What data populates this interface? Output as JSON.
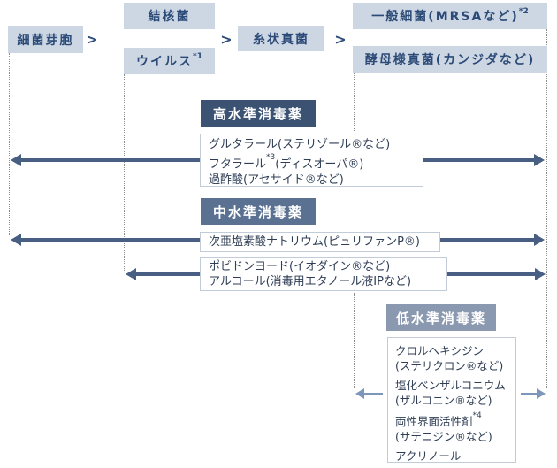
{
  "top": {
    "sep": ">",
    "boxes": [
      {
        "label": "細菌芽胞",
        "sup": ""
      },
      {
        "label": "結核菌",
        "sup": ""
      },
      {
        "label": "ウイルス",
        "sup": "*1"
      },
      {
        "label": "糸状真菌",
        "sup": ""
      },
      {
        "label": "一般細菌(MRSAなど)",
        "sup": "*2"
      },
      {
        "label": "酵母様真菌(カンジダなど)",
        "sup": ""
      }
    ]
  },
  "sections": {
    "high": {
      "title": "高水準消毒薬"
    },
    "mid": {
      "title": "中水準消毒薬"
    },
    "low": {
      "title": "低水準消毒薬"
    }
  },
  "drugs": {
    "high_box": {
      "lines": [
        {
          "pre": "グルタラール(ステリゾール®など)",
          "sup": "",
          "post": ""
        },
        {
          "pre": "フタラール",
          "sup": "*3",
          "post": "(ディスオーパ®)"
        },
        {
          "pre": "過酢酸(アセサイド®など)",
          "sup": "",
          "post": ""
        }
      ]
    },
    "hypochlorite_box": {
      "lines": [
        {
          "pre": "次亜塩素酸ナトリウム(ピュリファンP®)",
          "sup": "",
          "post": ""
        }
      ]
    },
    "iodine_alcohol_box": {
      "lines": [
        {
          "pre": "ポビドンヨード(イオダイン®など)",
          "sup": "",
          "post": ""
        },
        {
          "pre": "アルコール(消毒用エタノール液IPなど)",
          "sup": "",
          "post": ""
        }
      ]
    },
    "low_box": {
      "entries": [
        {
          "l1pre": "クロルヘキシジン",
          "l1sup": "",
          "l2": "(ステリクロン®など)"
        },
        {
          "l1pre": "塩化ベンザルコニウム",
          "l1sup": "",
          "l2": "(ザルコニン®など)"
        },
        {
          "l1pre": "両性界面活性剤",
          "l1sup": "*4",
          "l2": "(サテニジン®など)"
        },
        {
          "l1pre": "アクリノール",
          "l1sup": "",
          "l2": ""
        }
      ]
    }
  },
  "colors": {
    "organism-bg": "#cdd7e3",
    "organism-text": "#2b4a77",
    "high-bg": "#3b5273",
    "mid-bg": "#5a7191",
    "low-bg": "#8b99b0",
    "header-text": "#ffffff",
    "box-border": "#c2ccd8",
    "box-text": "#2f3e55",
    "arrow-dark": "#485e82",
    "arrow-light": "#7e96ba",
    "dot-color": "#8c8c8c"
  }
}
